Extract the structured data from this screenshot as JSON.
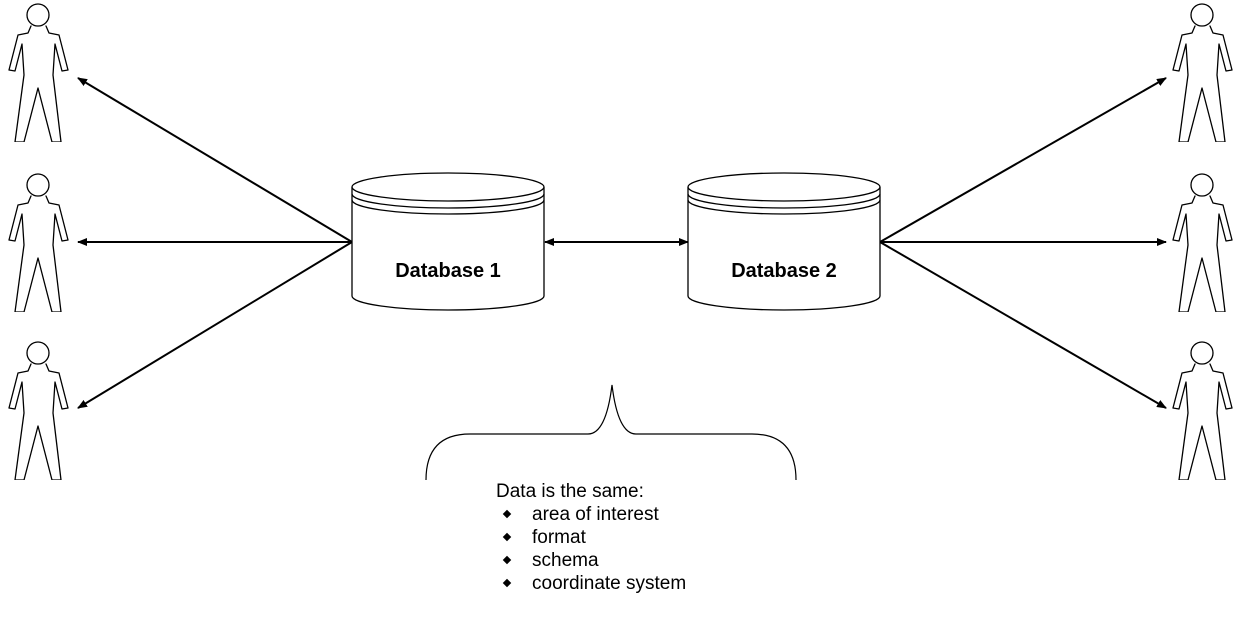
{
  "databases": {
    "db1": {
      "label": "Database 1"
    },
    "db2": {
      "label": "Database 2"
    }
  },
  "note": {
    "heading": "Data is the same:",
    "items": [
      "area of interest",
      "format",
      "schema",
      "coordinate system"
    ]
  }
}
